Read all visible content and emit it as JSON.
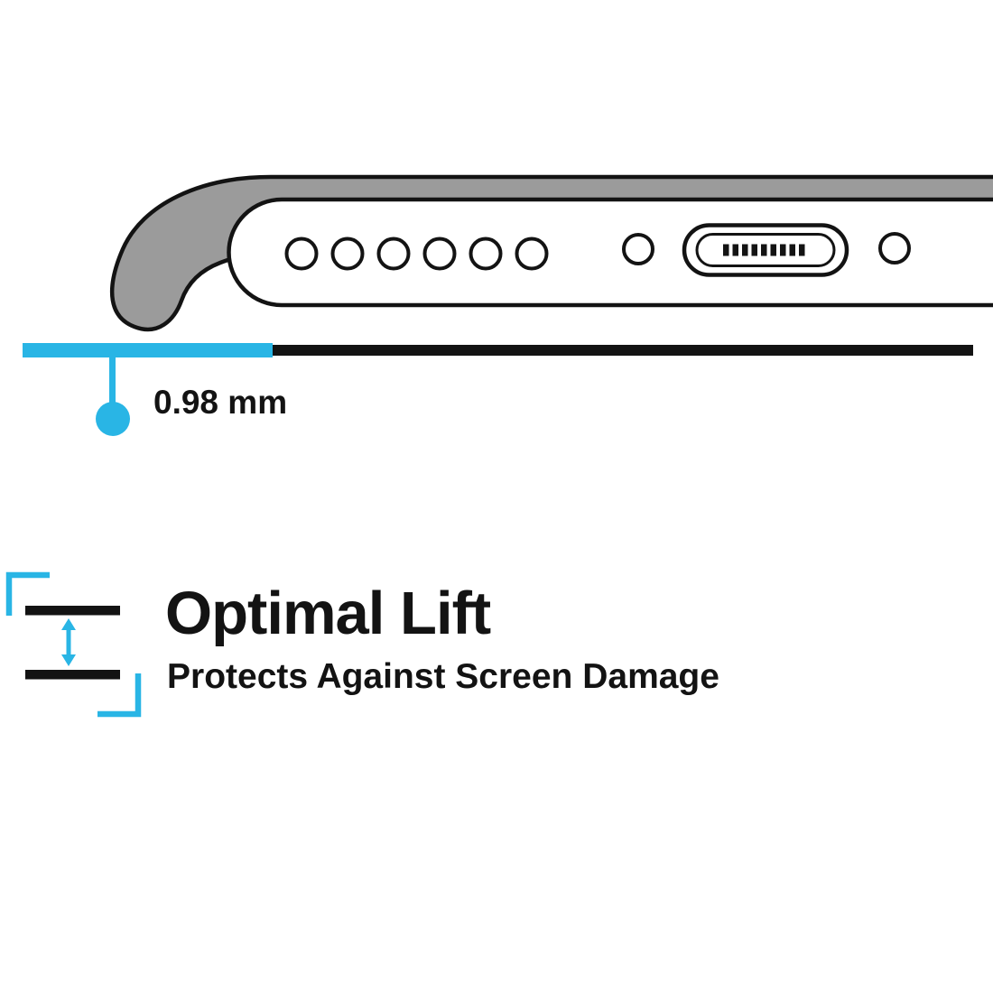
{
  "page": {
    "background_color": "#ffffff"
  },
  "illustration": {
    "description": "phone-bottom-edge-in-case",
    "case_color": "#9b9b9b",
    "outline_color": "#131313",
    "speaker_hole_count": 6
  },
  "measurement": {
    "label": "0.98 mm",
    "highlight_color": "#29b5e5",
    "baseline_color": "#131313"
  },
  "feature": {
    "title": "Optimal Lift",
    "subtitle": "Protects Against Screen Damage",
    "icon": "lift-gap-arrow-icon"
  },
  "colors": {
    "accent_cyan": "#29b5e5",
    "ink_black": "#131313",
    "case_gray": "#9b9b9b"
  }
}
